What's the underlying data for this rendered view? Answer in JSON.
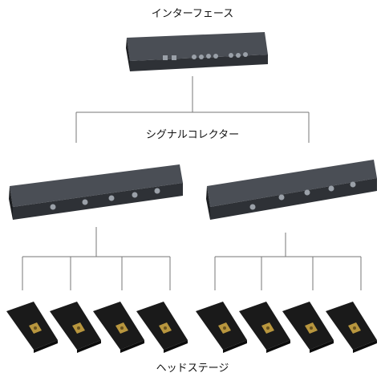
{
  "labels": {
    "interface": "インターフェース",
    "collector": "シグナルコレクター",
    "head_stage": "ヘッドステージ"
  },
  "colors": {
    "line": "#777777",
    "device_top": "#4a4e55",
    "device_front": "#2e3136",
    "device_edge": "#1d1f22",
    "port": "#9aa0a8",
    "stage_body": "#1a1a1a",
    "stage_chip": "#b8963e",
    "stage_chip_center": "#6a5320"
  },
  "icons": {
    "interface_device": "interface-box-icon",
    "collector_device": "signal-collector-icon",
    "head_stage_device": "head-stage-icon"
  }
}
